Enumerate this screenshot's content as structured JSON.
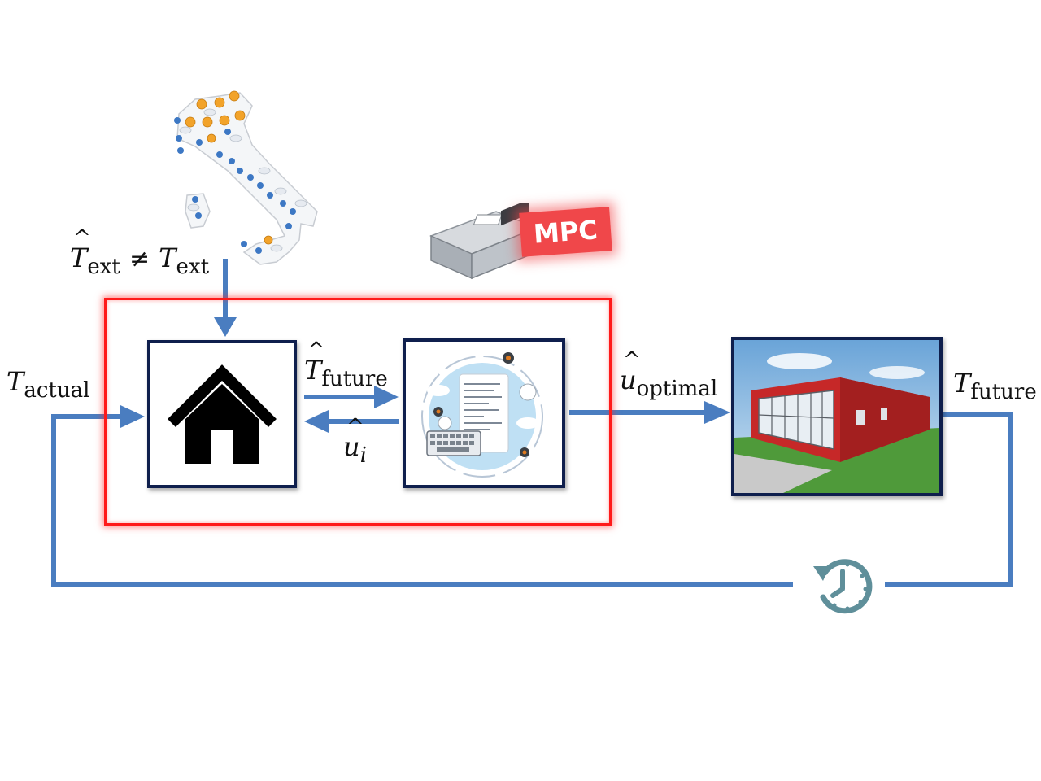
{
  "labels": {
    "t_ext_hat": "T",
    "t_ext_hat_sub": "ext",
    "neq": "≠",
    "t_ext": "T",
    "t_ext_sub": "ext",
    "t_future_hat": "T",
    "t_future_hat_sub": "future",
    "u_i": "u",
    "u_i_sub": "i",
    "u_optimal": "u",
    "u_optimal_sub": "optimal",
    "t_actual": "T",
    "t_actual_sub": "actual",
    "t_future": "T",
    "t_future_sub": "future",
    "mpc": "MPC"
  },
  "colors": {
    "arrow": "#4a7dc0",
    "box_border": "#0f1f4d",
    "mpc_frame": "#ff1a1a",
    "mpc_label": "#f0474a",
    "clock": "#5f8f9a"
  },
  "icons": [
    "italy-weather-map-icon",
    "controller-device-icon",
    "house-icon",
    "optimizer-icon",
    "building-icon",
    "clock-history-icon"
  ]
}
